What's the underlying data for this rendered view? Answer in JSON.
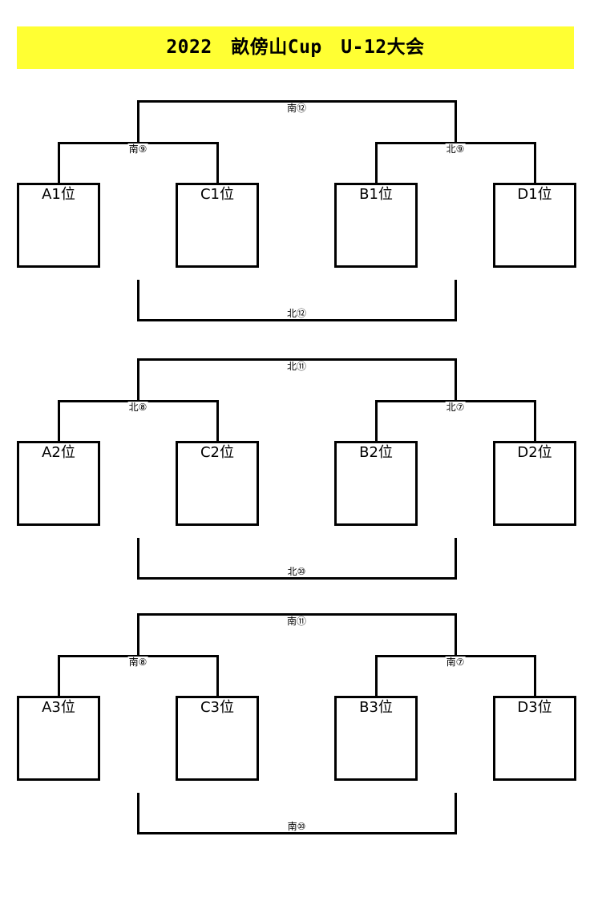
{
  "title": "2022　畝傍山Cup　U-12大会",
  "brackets": [
    {
      "teams": [
        "A1位",
        "C1位",
        "B1位",
        "D1位"
      ],
      "left_match": "南⑨",
      "right_match": "北⑨",
      "top_match": "南⑫",
      "bottom_match": "北⑫"
    },
    {
      "teams": [
        "A2位",
        "C2位",
        "B2位",
        "D2位"
      ],
      "left_match": "北⑧",
      "right_match": "北⑦",
      "top_match": "北⑪",
      "bottom_match": "北⑩"
    },
    {
      "teams": [
        "A3位",
        "C3位",
        "B3位",
        "D3位"
      ],
      "left_match": "南⑧",
      "right_match": "南⑦",
      "top_match": "南⑪",
      "bottom_match": "南⑩"
    }
  ]
}
